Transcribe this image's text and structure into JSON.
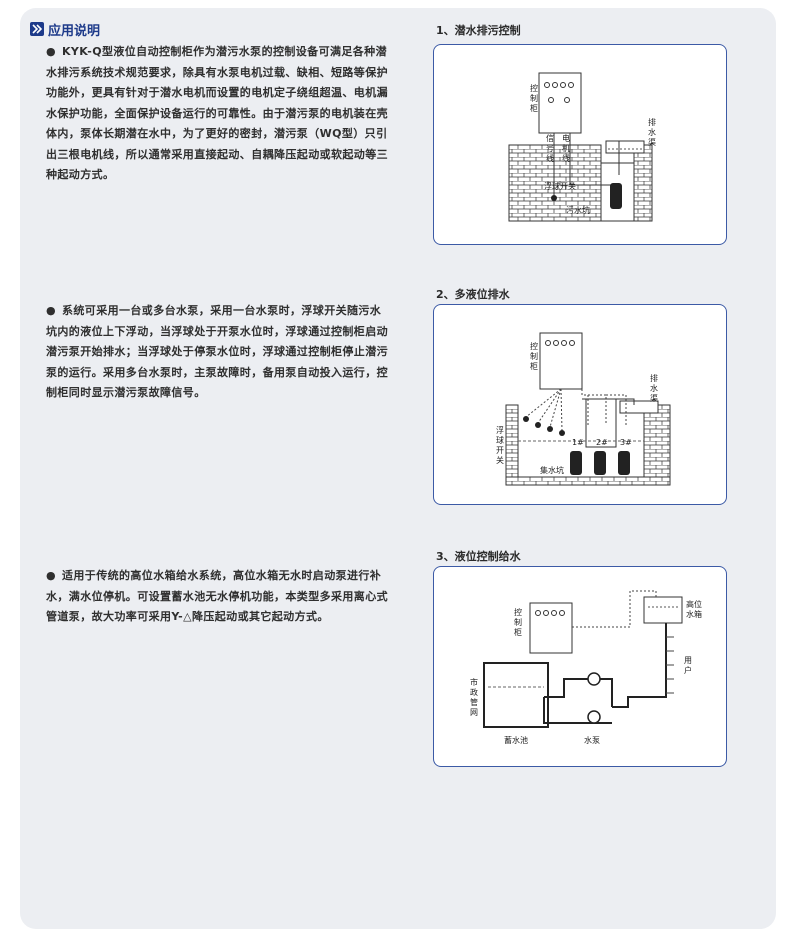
{
  "section": {
    "title": "应用说明"
  },
  "paragraphs": [
    {
      "bullet": "●",
      "text": "KYK-Q型液位自动控制柜作为潜污水泵的控制设备可满足各种潜水排污系统技术规范要求，除具有水泵电机过载、缺相、短路等保护功能外，更具有针对于潜水电机而设置的电机定子绕组超温、电机漏水保护功能，全面保护设备运行的可靠性。由于潜污泵的电机装在壳体内，泵体长期潜在水中，为了更好的密封，潜污泵（WQ型）只引出三根电机线，所以通常采用直接起动、自耦降压起动或软起动等三种起动方式。"
    },
    {
      "bullet": "●",
      "text": "系统可采用一台或多台水泵，采用一台水泵时，浮球开关随污水坑内的液位上下浮动，当浮球处于开泵水位时，浮球通过控制柜启动潜污泵开始排水；当浮球处于停泵水位时，浮球通过控制柜停止潜污泵的运行。采用多台水泵时，主泵故障时，备用泵自动投入运行，控制柜同时显示潜污泵故障信号。"
    },
    {
      "bullet": "●",
      "text": "适用于传统的高位水箱给水系统，高位水箱无水时启动泵进行补水，满水位停机。可设置蓄水池无水停机功能，本类型多采用离心式管道泵，故大功率可采用Y-△降压起动或其它起动方式。"
    }
  ],
  "figures": [
    {
      "caption": "1、潜水排污控制",
      "labels": {
        "cabinet": "控制柜",
        "signal": "信号线",
        "motor": "电机线",
        "drain": "排水渠",
        "float": "浮球开关",
        "pit": "污水坑"
      }
    },
    {
      "caption": "2、多液位排水",
      "labels": {
        "cabinet": "控制柜",
        "drain": "排水渠",
        "float": "浮球开关",
        "pit": "集水坑",
        "pump1": "1#",
        "pump2": "2#",
        "pump3": "3#"
      }
    },
    {
      "caption": "3、液位控制给水",
      "labels": {
        "cabinet": "控制柜",
        "tank": "高位水箱",
        "user": "用户",
        "municipal": "市政管网",
        "reservoir": "蓄水池",
        "pump": "水泵"
      }
    }
  ],
  "colors": {
    "accent": "#1d3a8a",
    "frame": "#3c5aa6",
    "panel": "#eceef2"
  }
}
